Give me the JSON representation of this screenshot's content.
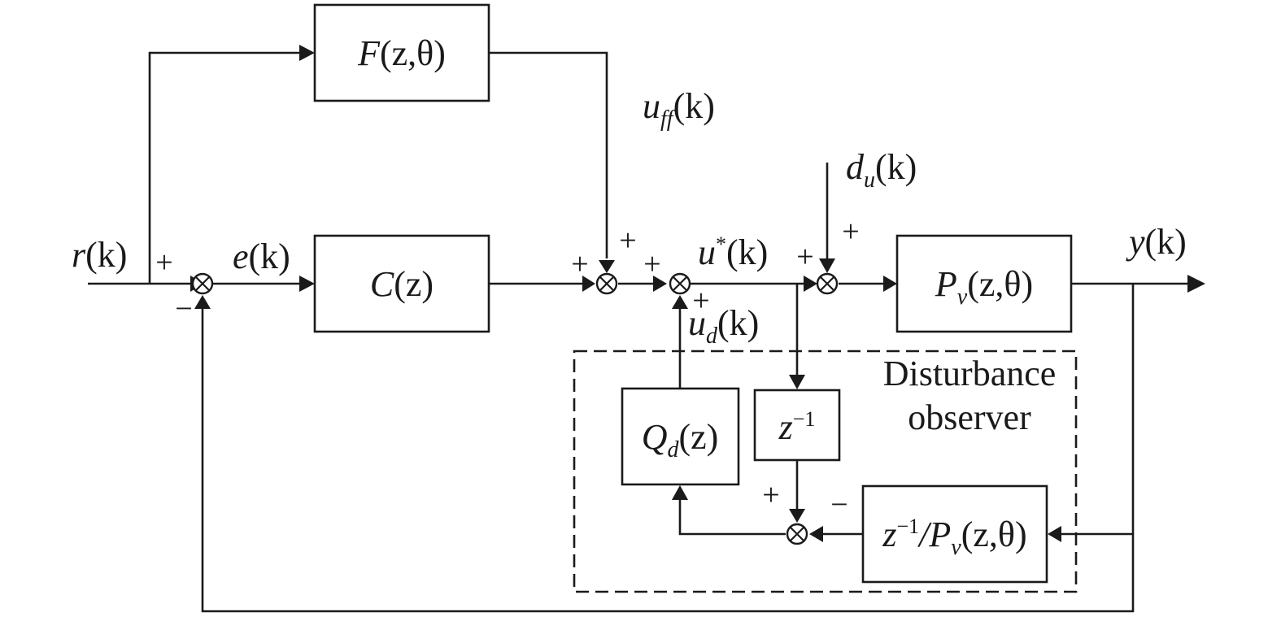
{
  "blocks": {
    "feedforward": {
      "base": "F",
      "args": "(z,θ)"
    },
    "controller": {
      "base": "C",
      "args": "(z)"
    },
    "plant": {
      "base": "P",
      "sub": "v",
      "args": "(z,θ)"
    },
    "q_filter": {
      "base": "Q",
      "sub": "d",
      "args": "(z)"
    },
    "delay": {
      "base": "z",
      "sup": "−1"
    },
    "inverse_model": {
      "base": "z",
      "sup": "−1",
      "mid": "/P",
      "sub": "v",
      "args": "(z,θ)"
    }
  },
  "signals": {
    "reference": {
      "base": "r",
      "args": "(k)"
    },
    "error": {
      "base": "e",
      "args": "(k)"
    },
    "feedforward_out": {
      "base": "u",
      "sub": "ff",
      "args": "(k)"
    },
    "input_disturbance": {
      "base": "d",
      "sub": "u",
      "args": "(k)"
    },
    "control": {
      "base": "u",
      "sup": "*",
      "args": "(k)"
    },
    "disturbance_estimate": {
      "base": "u",
      "sub": "d",
      "args": "(k)"
    },
    "output": {
      "base": "y",
      "args": "(k)"
    }
  },
  "observer_label": {
    "line1": "Disturbance",
    "line2": "observer"
  },
  "signs": {
    "plus": "+",
    "minus": "−"
  }
}
